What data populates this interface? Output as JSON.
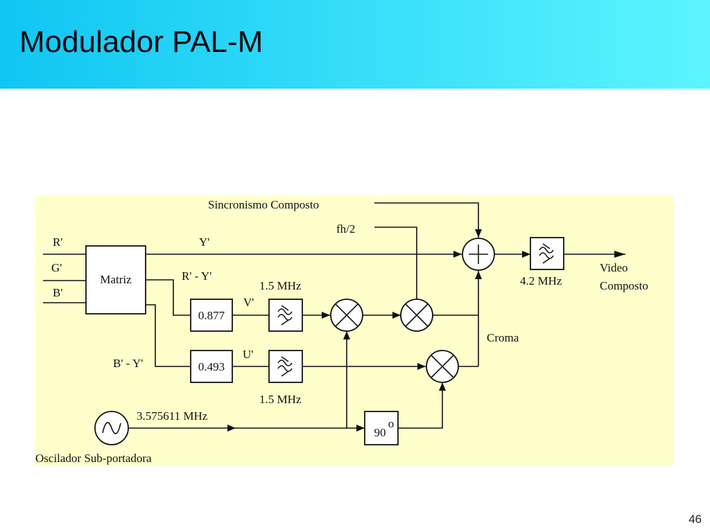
{
  "slide": {
    "title": "Modulador PAL-M",
    "page_number": "46"
  },
  "diagram": {
    "labels": {
      "sync": "Sincronismo  Composto",
      "fh2": "fh/2",
      "r_in": "R'",
      "g_in": "G'",
      "b_in": "B'",
      "y": "Y'",
      "ry": "R' - Y'",
      "by": "B' - Y'",
      "v": "V'",
      "u": "U'",
      "bw_top": "1.5 MHz",
      "bw_bottom": "1.5 MHz",
      "lp_out": "4.2 MHz",
      "out1": "Video",
      "out2": "Composto",
      "croma": "Croma",
      "osc_freq": "3.575611 MHz",
      "osc_label": "Oscilador  Sub-portadora"
    },
    "blocks": {
      "matrix": "Matriz",
      "gain_v": "0.877",
      "gain_u": "0.493",
      "phase": "90",
      "phase_sup": "o"
    }
  }
}
